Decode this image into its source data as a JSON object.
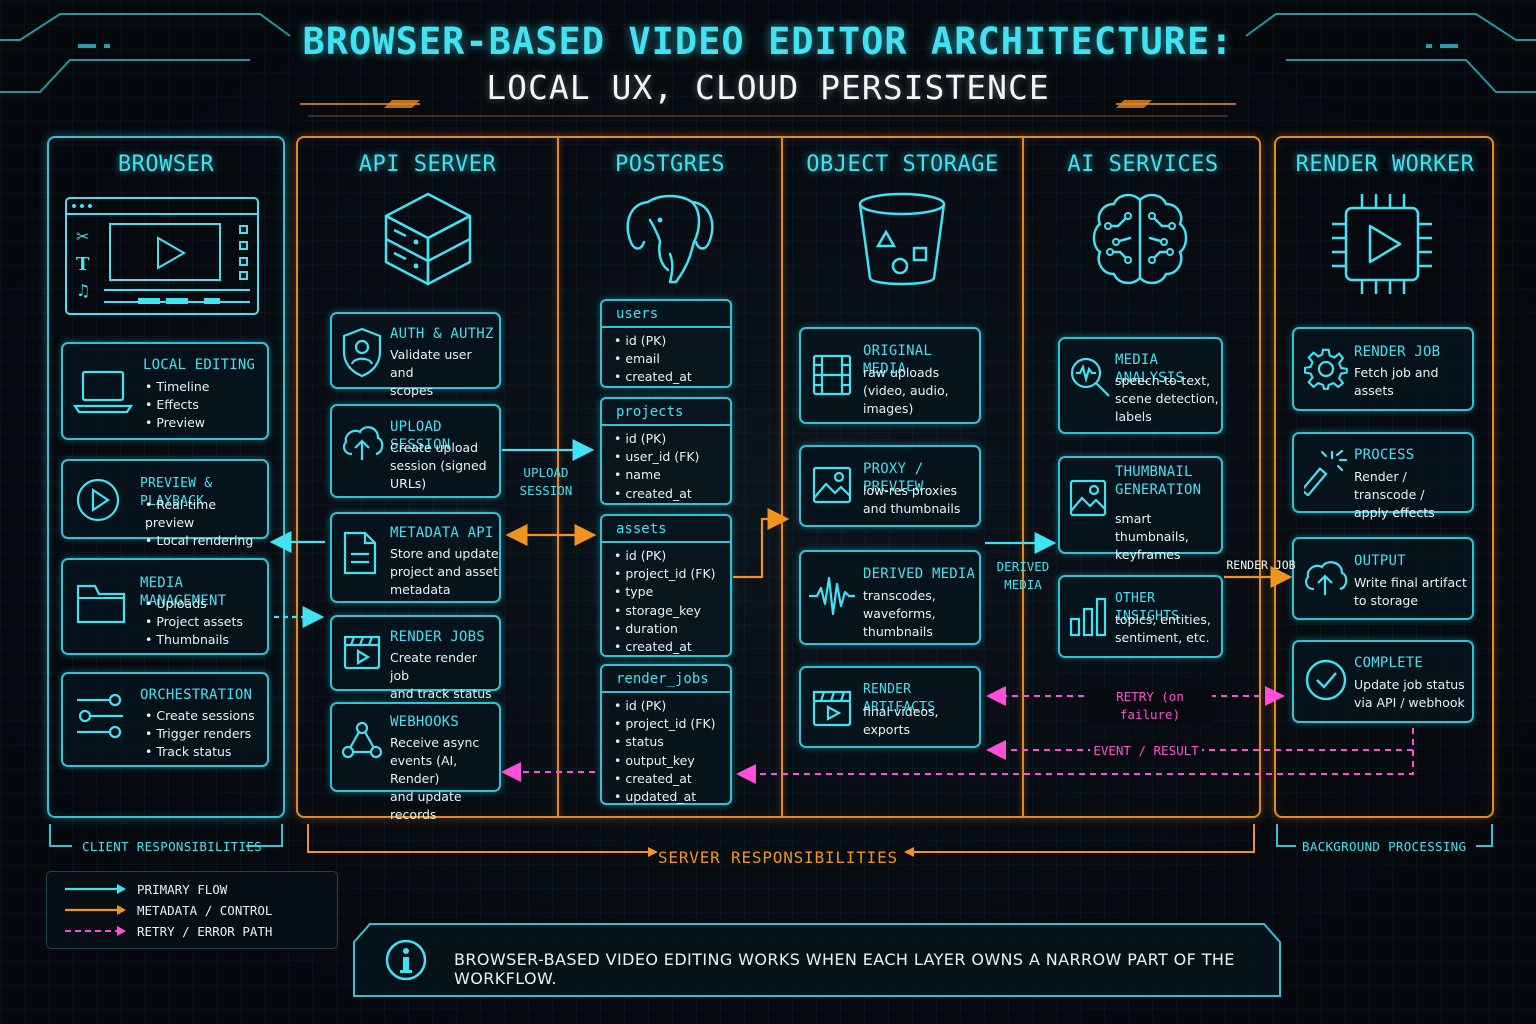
{
  "title": {
    "line1": "BROWSER-BASED VIDEO EDITOR ARCHITECTURE:",
    "line2": "LOCAL UX, CLOUD PERSISTENCE"
  },
  "columns": {
    "browser": "BROWSER",
    "api": "API SERVER",
    "postgres": "POSTGRES",
    "storage": "OBJECT STORAGE",
    "ai": "AI SERVICES",
    "render": "RENDER WORKER"
  },
  "browser_cards": [
    {
      "title": "LOCAL EDITING",
      "desc": "• Timeline\n• Effects\n• Preview"
    },
    {
      "title": "PREVIEW & PLAYBACK",
      "desc": "• Real-time preview\n• Local rendering"
    },
    {
      "title": "MEDIA MANAGEMENT",
      "desc": "• Uploads\n• Project assets\n• Thumbnails"
    },
    {
      "title": "ORCHESTRATION",
      "desc": "• Create sessions\n• Trigger renders\n• Track status"
    }
  ],
  "api_cards": [
    {
      "title": "AUTH & AUTHZ",
      "desc": "Validate user and\nscopes"
    },
    {
      "title": "UPLOAD SESSION",
      "desc": "Create upload\nsession (signed\nURLs)"
    },
    {
      "title": "METADATA API",
      "desc": "Store and update\nproject and asset\nmetadata"
    },
    {
      "title": "RENDER JOBS",
      "desc": "Create render job\nand track status"
    },
    {
      "title": "WEBHOOKS",
      "desc": "Receive async\nevents (AI, Render)\nand update records"
    }
  ],
  "tables": [
    {
      "name": "users",
      "fields": [
        "id (PK)",
        "email",
        "created_at"
      ]
    },
    {
      "name": "projects",
      "fields": [
        "id (PK)",
        "user_id (FK)",
        "name",
        "created_at"
      ]
    },
    {
      "name": "assets",
      "fields": [
        "id (PK)",
        "project_id (FK)",
        "type",
        "storage_key",
        "duration",
        "created_at"
      ]
    },
    {
      "name": "render_jobs",
      "fields": [
        "id (PK)",
        "project_id (FK)",
        "status",
        "output_key",
        "created_at",
        "updated_at"
      ]
    }
  ],
  "storage_cards": [
    {
      "title": "ORIGINAL MEDIA",
      "desc": "raw uploads\n(video, audio,\nimages)"
    },
    {
      "title": "PROXY / PREVIEW",
      "desc": "low-res proxies\nand thumbnails"
    },
    {
      "title": "DERIVED MEDIA",
      "desc": "transcodes,\nwaveforms,\nthumbnails"
    },
    {
      "title": "RENDER ARTIFACTS",
      "desc": "final videos,\nexports"
    }
  ],
  "ai_cards": [
    {
      "title": "MEDIA ANALYSIS",
      "desc": "speech-to-text,\nscene detection,\nlabels"
    },
    {
      "title": "THUMBNAIL\nGENERATION",
      "desc": "smart thumbnails,\nkeyframes"
    },
    {
      "title": "OTHER INSIGHTS",
      "desc": "topics, entities,\nsentiment, etc."
    }
  ],
  "render_cards": [
    {
      "title": "RENDER JOB",
      "desc": "Fetch job and\nassets"
    },
    {
      "title": "PROCESS",
      "desc": "Render / transcode /\napply effects"
    },
    {
      "title": "OUTPUT",
      "desc": "Write final artifact\nto storage"
    },
    {
      "title": "COMPLETE",
      "desc": "Update job status\nvia API / webhook"
    }
  ],
  "flow_labels": {
    "upload_session": "UPLOAD\nSESSION",
    "derived_media": "DERIVED\nMEDIA",
    "render_job": "RENDER JOB",
    "retry": "RETRY (on failure)",
    "event_result": "EVENT / RESULT"
  },
  "footer": {
    "client": "CLIENT RESPONSIBILITIES",
    "server": "SERVER RESPONSIBILITIES",
    "background": "BACKGROUND PROCESSING"
  },
  "legend": [
    {
      "label": "PRIMARY FLOW",
      "color": "#41e2f2"
    },
    {
      "label": "METADATA / CONTROL",
      "color": "#f0941f"
    },
    {
      "label": "RETRY / ERROR PATH",
      "color": "#ff4fd8"
    }
  ],
  "info_text": "BROWSER-BASED VIDEO EDITING WORKS WHEN EACH LAYER OWNS A NARROW PART OF THE WORKFLOW.",
  "colors": {
    "cyan": "#41e2f2",
    "orange": "#e48a1c",
    "magenta": "#ff4fd8",
    "background": "#070b10"
  }
}
